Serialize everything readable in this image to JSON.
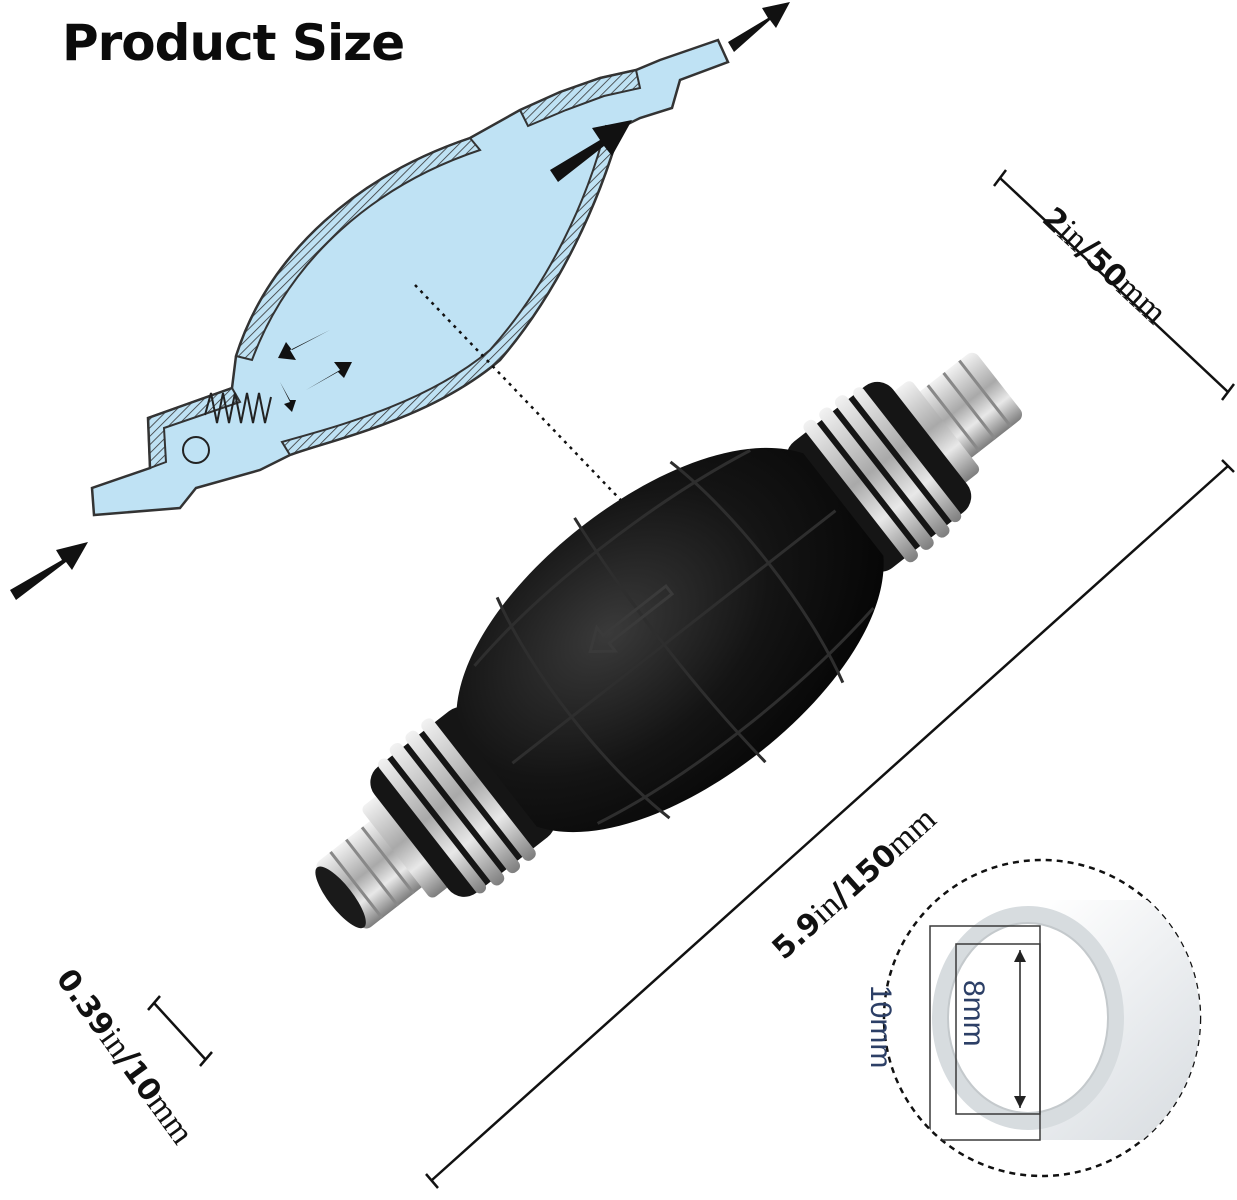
{
  "title": "Product Size",
  "dimensions": {
    "width": {
      "num": "2",
      "unit1": "in",
      "slash": "/",
      "num2": "50",
      "unit2": "mm"
    },
    "length": {
      "num": "5.9",
      "unit1": "in",
      "slash": "/",
      "num2": "150",
      "unit2": "mm"
    },
    "nozzle": {
      "num": "0.39",
      "unit1": "in",
      "slash": "/",
      "num2": "10",
      "unit2": "mm"
    }
  },
  "hose_inset": {
    "outer": "10mm",
    "inner": "8mm"
  },
  "colors": {
    "bulb": "#111111",
    "diagram_fill": "#bfe2f4",
    "metal": "#c9c9c9",
    "inset_text": "#2c3f66"
  },
  "icons": [
    "flow-arrow-icon",
    "direction-arrow-icon"
  ]
}
